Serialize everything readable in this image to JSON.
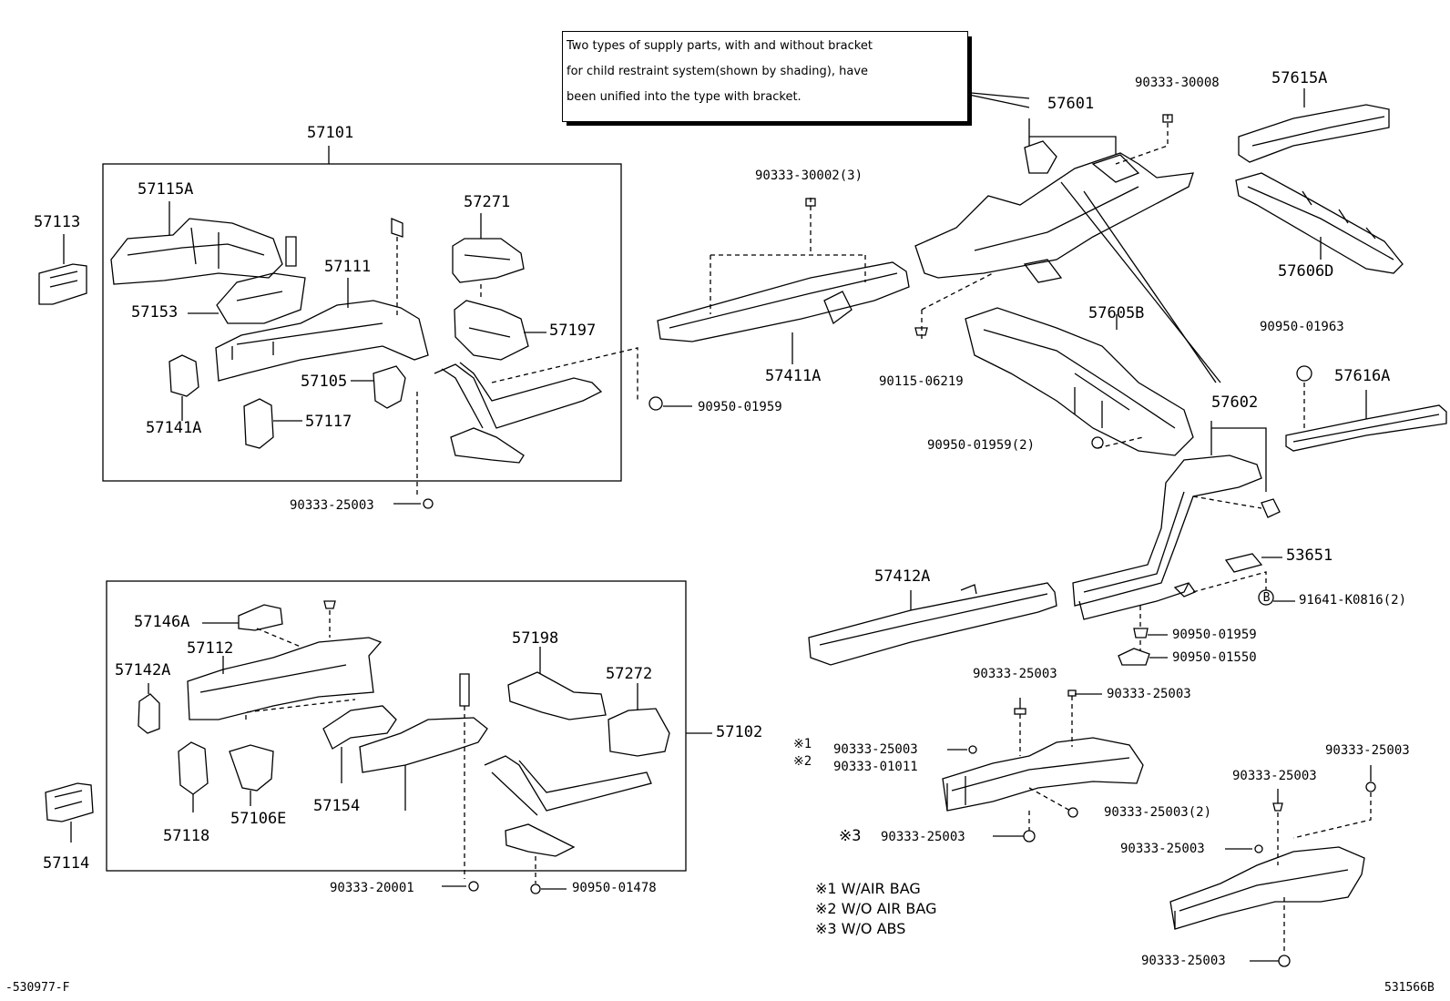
{
  "note": {
    "lines": [
      "Two types of supply parts, with and without bracket",
      "for child restraint system(shown by shading), have",
      "been unified into the type with bracket."
    ]
  },
  "groups": {
    "g1": "57101",
    "g2": "57102"
  },
  "parts": {
    "p57113": "57113",
    "p57115A": "57115A",
    "p57271": "57271",
    "p57111": "57111",
    "p57153": "57153",
    "p57197": "57197",
    "p57105": "57105",
    "p57117": "57117",
    "p57141A": "57141A",
    "p90333_25003_a": "90333-25003",
    "p57146A": "57146A",
    "p57112": "57112",
    "p57142A": "57142A",
    "p57198": "57198",
    "p57272": "57272",
    "p57118": "57118",
    "p57106E": "57106E",
    "p57154": "57154",
    "p57114": "57114",
    "p90333_20001": "90333-20001",
    "p90950_01478": "90950-01478",
    "p90333_30002": "90333-30002(3)",
    "p57411A": "57411A",
    "p90950_01959_a": "90950-01959",
    "p57601": "57601",
    "p90333_30008": "90333-30008",
    "p57615A": "57615A",
    "p57606D": "57606D",
    "p57605B": "57605B",
    "p90115_06219": "90115-06219",
    "p90950_01959_b": "90950-01959(2)",
    "p90950_01963": "90950-01963",
    "p57616A": "57616A",
    "p57602": "57602",
    "p53651": "53651",
    "p91641": "91641-K0816(2)",
    "p57412A": "57412A",
    "p90950_01959_c": "90950-01959",
    "p90950_01550": "90950-01550",
    "p90333_25003_b": "90333-25003",
    "p90333_25003_c": "90333-25003",
    "p90333_25003_d": "90333-25003",
    "p90333_01011": "90333-01011",
    "p90333_25003_e": "90333-25003(2)",
    "p90333_25003_f": "90333-25003",
    "p90333_25003_g": "90333-25003",
    "p90333_25003_h": "90333-25003",
    "p90333_25003_i": "90333-25003",
    "p90333_25003_j": "90333-25003"
  },
  "marks": {
    "m1": "※1",
    "m2": "※2",
    "m3": "※3",
    "b_circle": "B"
  },
  "legend": {
    "l1": "※1 W/AIR BAG",
    "l2": "※2 W/O AIR BAG",
    "l3": "※3 W/O ABS"
  },
  "corners": {
    "left": "-530977-F",
    "right": "531566B"
  }
}
